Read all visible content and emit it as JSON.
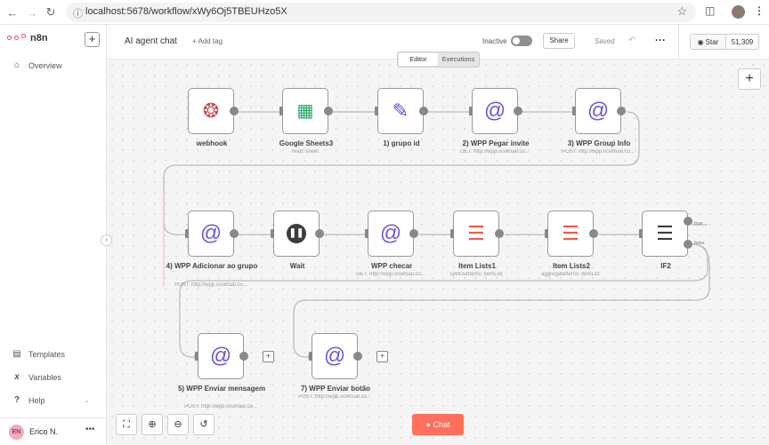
{
  "browser": {
    "url": "localhost:5678/workflow/xWy6Oj5TBEUHzo5X",
    "back_icon": "arrow-left-icon",
    "forward_icon": "arrow-right-icon",
    "reload_icon": "reload-icon"
  },
  "sidebar": {
    "app_name": "n8n",
    "items": [
      {
        "label": "Overview",
        "icon": "home-icon"
      },
      {
        "label": "Templates",
        "icon": "templates-icon"
      },
      {
        "label": "Variables",
        "icon": "variables-icon"
      },
      {
        "label": "Help",
        "icon": "help-icon"
      }
    ],
    "user": {
      "initials": "EN",
      "name": "Erico N."
    }
  },
  "header": {
    "workflow_name": "AI agent chat",
    "add_tag": "+ Add tag",
    "status": "Inactive",
    "share": "Share",
    "saved": "Saved",
    "github_star": "Star",
    "github_count": "51,309"
  },
  "tabs": [
    {
      "label": "Editor",
      "active": true
    },
    {
      "label": "Executions",
      "active": false
    }
  ],
  "nodes": [
    {
      "id": "webhook",
      "label": "webhook",
      "sub": "",
      "icon": "webhook-icon"
    },
    {
      "id": "sheets",
      "label": "Google Sheets3",
      "sub": "read: sheet",
      "icon": "google-sheets-icon"
    },
    {
      "id": "grupo",
      "label": "1) grupo id",
      "sub": "",
      "icon": "pencil-icon"
    },
    {
      "id": "wpp_pegar",
      "label": "2) WPP Pegar invite",
      "sub": "GET: http://wpp.vcvirtual.co...",
      "icon": "at-icon"
    },
    {
      "id": "wpp_group",
      "label": "3) WPP Group Info",
      "sub": "POST: http://wpp.vcvirtual.co...",
      "icon": "at-icon"
    },
    {
      "id": "wpp_add",
      "label": "4) WPP Adicionar ao grupo",
      "sub": "POST: http://wpp.vcvirtual.co...",
      "icon": "at-icon"
    },
    {
      "id": "wait",
      "label": "Wait",
      "sub": "",
      "icon": "pause-icon"
    },
    {
      "id": "wpp_checar",
      "label": "WPP checar",
      "sub": "GET: http://wpp.vcvirtual.co...",
      "icon": "at-icon"
    },
    {
      "id": "lists1",
      "label": "Item Lists1",
      "sub": "splitOutItems: itemList",
      "icon": "list-icon"
    },
    {
      "id": "lists2",
      "label": "Item Lists2",
      "sub": "aggregateItems: itemList",
      "icon": "list-icon"
    },
    {
      "id": "if2",
      "label": "IF2",
      "sub": "",
      "icon": "signpost-icon"
    },
    {
      "id": "wpp_enviar",
      "label": "5) WPP Enviar mensagem",
      "sub": "POST: http://wpp.vcvirtual.co...",
      "icon": "at-icon"
    },
    {
      "id": "wpp_botao",
      "label": "7) WPP Enviar botão",
      "sub": "POST: http://wpp.vcvirtual.co...",
      "icon": "at-icon"
    }
  ],
  "if_branches": {
    "true": "true",
    "false": "false"
  },
  "controls": {
    "chat": "Chat"
  },
  "colors": {
    "accent": "#ea4b71",
    "chat": "#ff6f5c",
    "at_icon": "#6b57d6",
    "list_icon": "#f5574a",
    "sheets_icon": "#23a566"
  }
}
